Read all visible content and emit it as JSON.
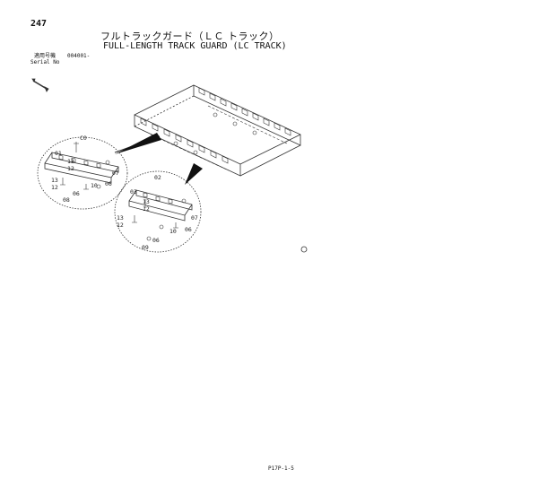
{
  "header": {
    "page_number": "247",
    "title_ja": "フルトラックガード（ＬＣ トラック）",
    "title_en": "FULL-LENGTH TRACK GUARD (LC TRACK)",
    "serial_label_ja": "適用号機",
    "serial_number": "004001-",
    "serial_label_en": "Serial No"
  },
  "footer": {
    "page_code": "P17P-1-5"
  },
  "callouts": {
    "upper": {
      "c0": "C0",
      "d1": "01",
      "n13": "13",
      "n12": "12",
      "n07": "07",
      "n13b": "13",
      "n06": "06",
      "n10": "10",
      "n12b": "12",
      "n08": "08",
      "n06b": "06"
    },
    "lower": {
      "n02": "02",
      "n03": "03",
      "n13": "13",
      "n12": "12",
      "n07": "07",
      "n13b": "13",
      "n12b": "12",
      "n06": "06",
      "n10": "10",
      "n06b": "06",
      "n09": "09"
    }
  }
}
